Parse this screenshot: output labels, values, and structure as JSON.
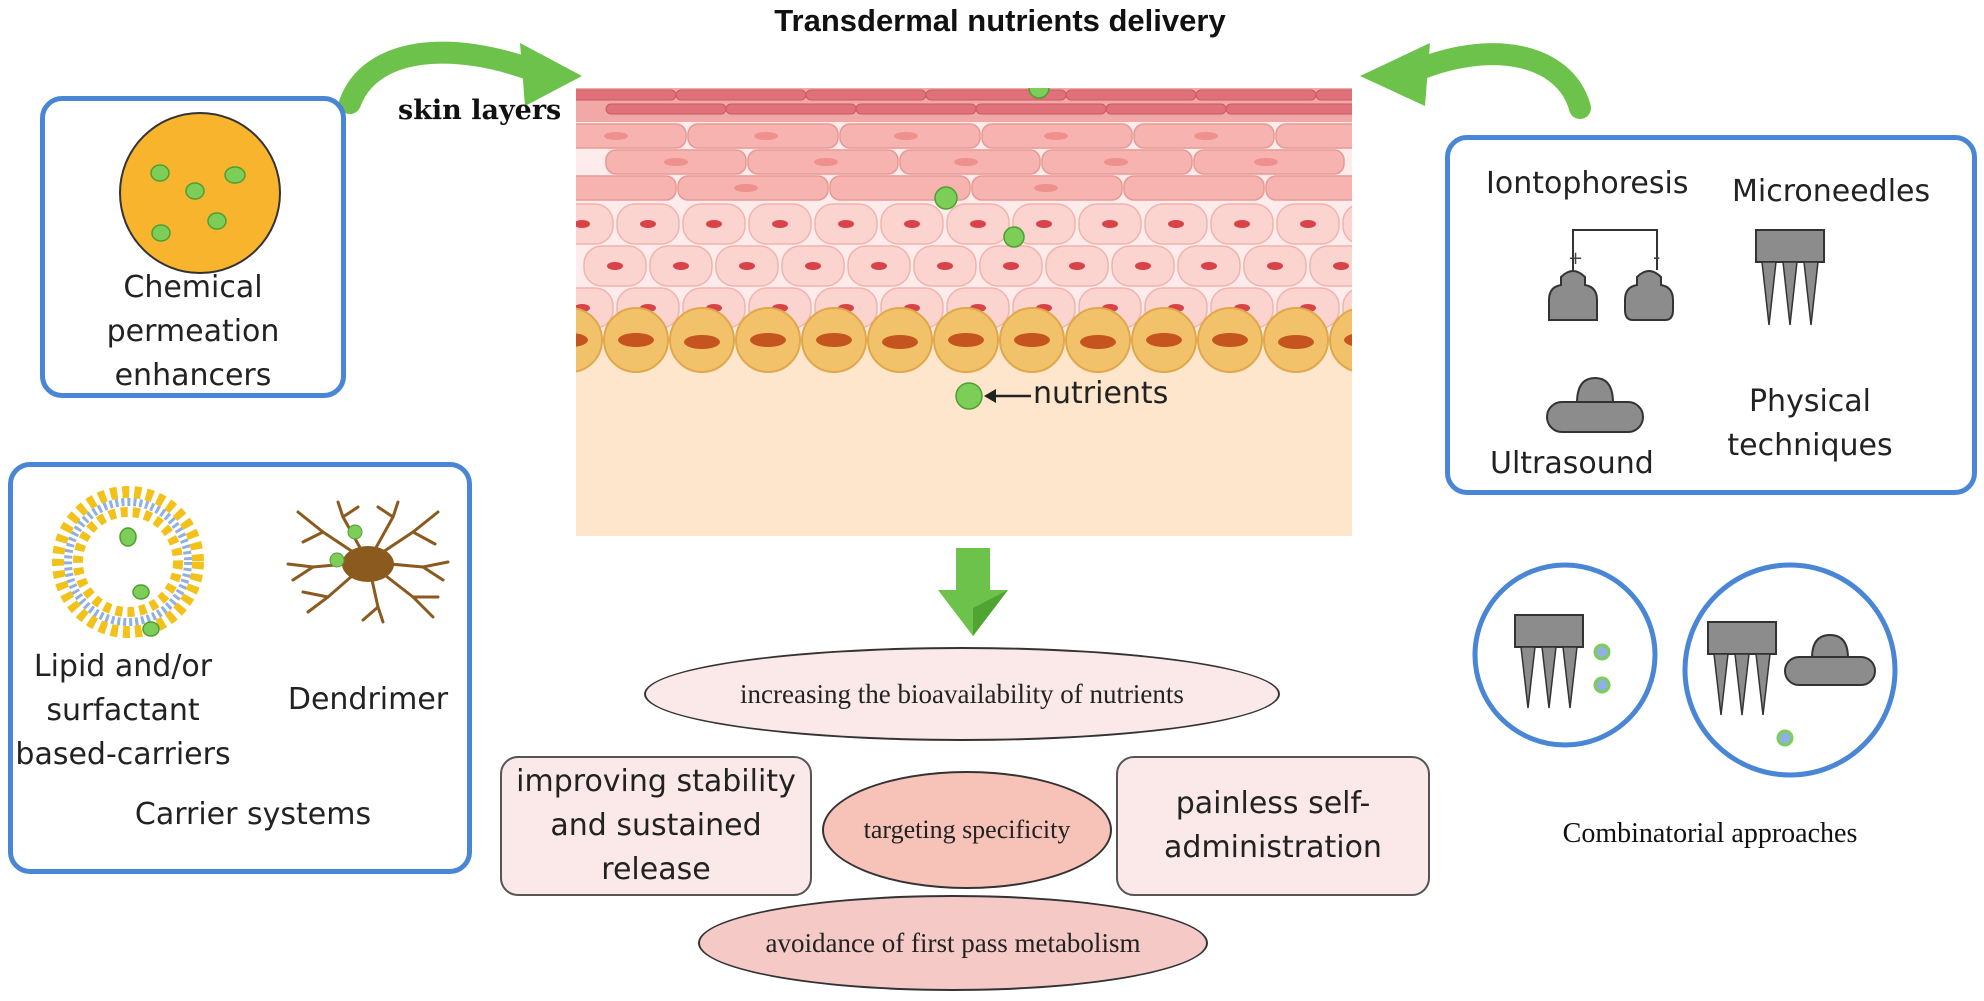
{
  "title": "Transdermal nutrients delivery",
  "skin": {
    "layers_label": "skin layers",
    "nutrients_label": "nutrients"
  },
  "chemical": {
    "label": "Chemical permeation enhancers"
  },
  "carriers": {
    "lipid_label": "Lipid and/or surfactant based-carriers",
    "dendrimer_label": "Dendrimer",
    "group_label": "Carrier systems"
  },
  "physical": {
    "iontophoresis_label": "Iontophoresis",
    "microneedles_label": "Microneedles",
    "ultrasound_label": "Ultrasound",
    "group_label": "Physical techniques",
    "plus_sign": "+",
    "minus_sign": "-"
  },
  "combinatorial": {
    "label": "Combinatorial approaches"
  },
  "benefits": {
    "bioavailability": "increasing the bioavailability of nutrients",
    "stability": "improving stability and sustained release",
    "targeting": "targeting specificity",
    "painless": "painless self-administration",
    "first_pass": "avoidance of first pass metabolism"
  },
  "colors": {
    "box_border": "#4a86d6",
    "arrow_green": "#6cc24a",
    "nutrient_green": "#7dce58",
    "basal_cell": "#f2c26a",
    "dermis": "#fde6cc",
    "epidermis_cell": "#fbd3cf",
    "nucleus": "#d8434a",
    "pill_pink": "#f7d7d6",
    "pill_salmon": "#f7c3b8",
    "device_gray": "#8c8c8c"
  }
}
